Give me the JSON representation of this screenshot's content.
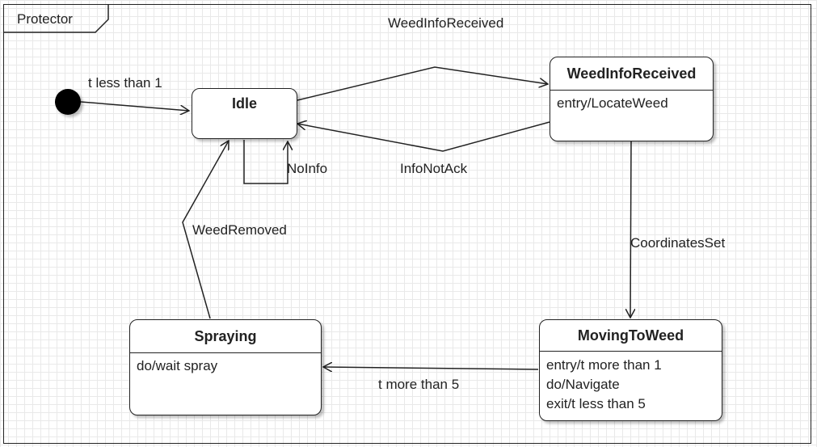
{
  "frame": {
    "label": "Protector"
  },
  "states": {
    "idle": {
      "title": "Idle"
    },
    "weed_info_received": {
      "title": "WeedInfoReceived",
      "actions": [
        "entry/LocateWeed"
      ]
    },
    "moving_to_weed": {
      "title": "MovingToWeed",
      "actions": [
        "entry/t more than 1",
        "do/Navigate",
        "exit/t less than 5"
      ]
    },
    "spraying": {
      "title": "Spraying",
      "actions": [
        "do/wait spray"
      ]
    }
  },
  "transitions": {
    "initial_to_idle": "t less than 1",
    "idle_to_weed_info": "WeedInfoReceived",
    "weed_info_to_idle": "InfoNotAck",
    "idle_self": "NoInfo",
    "weed_info_to_moving": "CoordinatesSet",
    "moving_to_spraying": "t more than 5",
    "spraying_to_idle": "WeedRemoved"
  },
  "colors": {
    "stroke": "#222222",
    "grid": "#e9e9e9",
    "background": "#ffffff"
  }
}
